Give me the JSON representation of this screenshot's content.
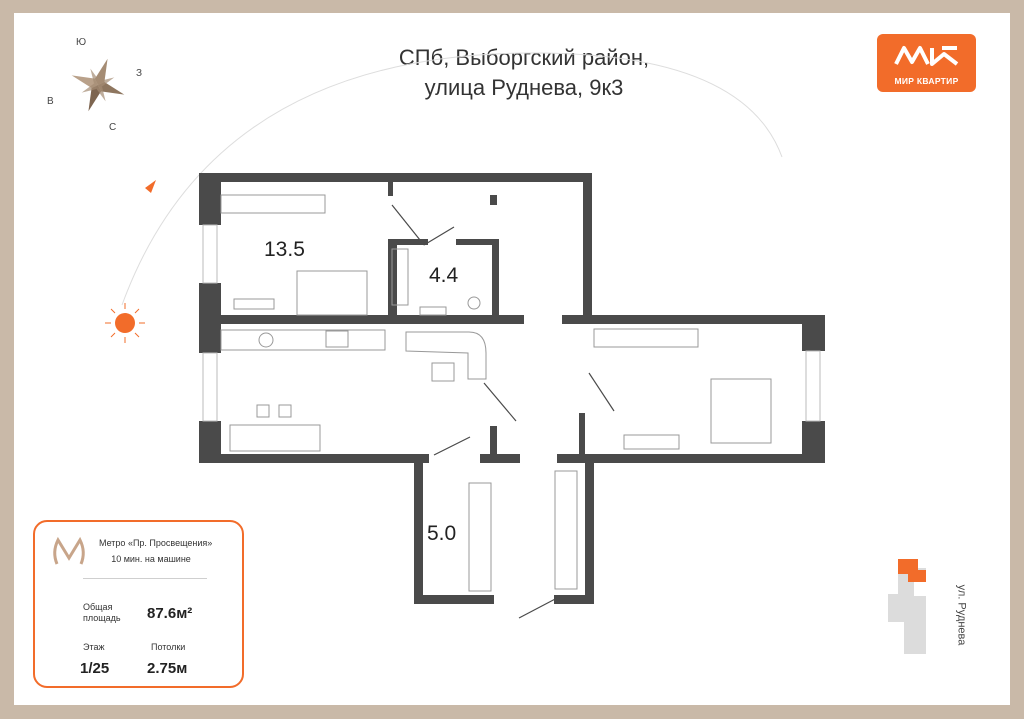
{
  "header": {
    "title_line1": "СПб, Выборгский район,",
    "title_line2": "улица Руднева, 9к3"
  },
  "logo": {
    "text": "МИР КВАРТИР",
    "color": "#f26c2a"
  },
  "compass": {
    "north": "Ю",
    "east": "З",
    "west": "В",
    "south": "С"
  },
  "rooms": [
    {
      "area": "13.5"
    },
    {
      "area": "4.4"
    },
    {
      "area": "5.0"
    }
  ],
  "info_card": {
    "metro_name": "Метро «Пр. Просвещения»",
    "metro_time": "10 мин. на машине",
    "total_area_label_1": "Общая",
    "total_area_label_2": "площадь",
    "total_area_value": "87.6м²",
    "floor_label": "Этаж",
    "floor_value": "1/25",
    "ceiling_label": "Потолки",
    "ceiling_value": "2.75м"
  },
  "street_label": "ул. Руднева",
  "colors": {
    "accent": "#f26c2a",
    "wall": "#4a4a4a",
    "frame": "#c9b9a8"
  }
}
